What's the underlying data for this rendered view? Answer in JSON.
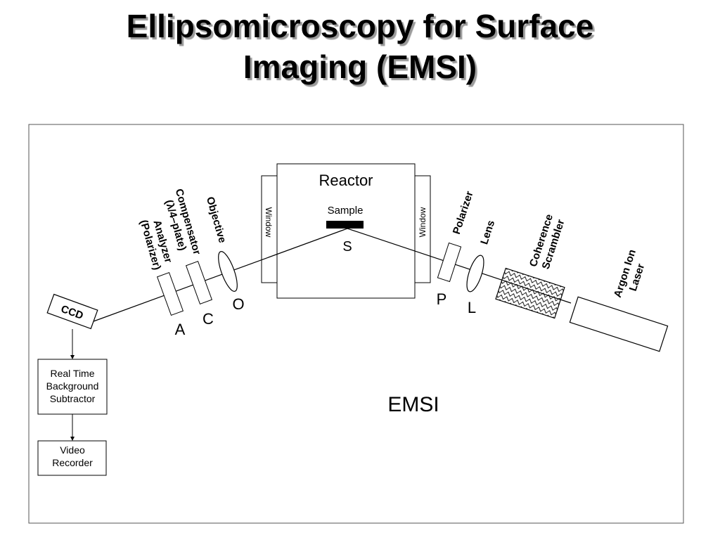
{
  "title": {
    "line1": "Ellipsomicroscopy for Surface",
    "line2": "Imaging (EMSI)"
  },
  "diagram": {
    "reactor_label": "Reactor",
    "sample_label": "Sample",
    "sample_letter": "S",
    "window_left_label": "Window",
    "window_right_label": "Window",
    "ccd_label": "CCD",
    "analyzer_label_line1": "Analyzer",
    "analyzer_label_line2": "(Polarizer)",
    "analyzer_letter": "A",
    "compensator_label_line1": "Compensator",
    "compensator_label_line2": "(λ/4–plate)",
    "compensator_letter": "C",
    "objective_label": "Objective",
    "objective_letter": "O",
    "polarizer_label": "Polarizer",
    "polarizer_letter": "P",
    "lens_label": "Lens",
    "lens_letter": "L",
    "scrambler_label_line1": "Coherence",
    "scrambler_label_line2": "Scrambler",
    "laser_label_line1": "Argon Ion",
    "laser_label_line2": "Laser",
    "subtractor_line1": "Real Time",
    "subtractor_line2": "Background",
    "subtractor_line3": "Subtractor",
    "recorder_line1": "Video",
    "recorder_line2": "Recorder",
    "caption": "EMSI"
  }
}
